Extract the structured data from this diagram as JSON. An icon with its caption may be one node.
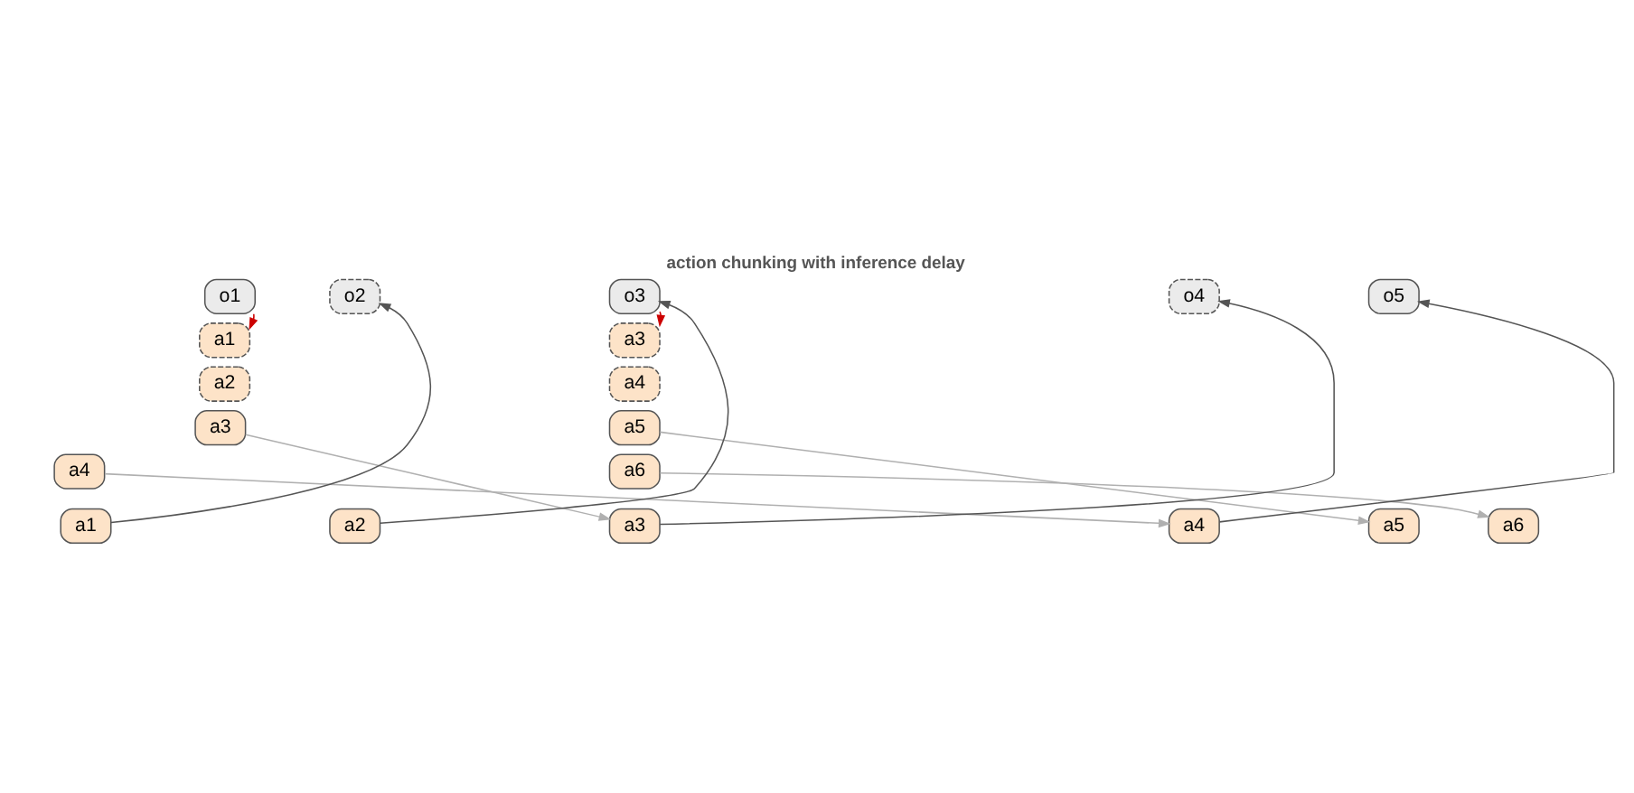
{
  "diagram": {
    "title": "action chunking with inference delay",
    "nodes": [
      {
        "text": [
          "o1"
        ]
      },
      {
        "text": [
          "o2"
        ]
      },
      {
        "text": [
          "o3"
        ]
      },
      {
        "text": [
          "o4"
        ]
      },
      {
        "text": [
          "o5"
        ]
      },
      {
        "text": [
          "a1"
        ]
      },
      {
        "text": [
          "a2"
        ]
      },
      {
        "text": [
          "a3"
        ]
      },
      {
        "text": [
          "a4"
        ]
      },
      {
        "text": [
          "a3"
        ]
      },
      {
        "text": [
          "a4"
        ]
      },
      {
        "text": [
          "a5"
        ]
      },
      {
        "text": [
          "a6"
        ]
      },
      {
        "text": [
          "a1"
        ]
      },
      {
        "text": [
          "a2"
        ]
      },
      {
        "text": [
          "a3"
        ]
      },
      {
        "text": [
          "a4"
        ]
      },
      {
        "text": [
          "a5"
        ]
      },
      {
        "text": [
          "a6"
        ]
      }
    ],
    "edges": [
      {
        "from": 0,
        "to": 5,
        "arrow": "to",
        "color": "#cc0000"
      },
      {
        "from": 2,
        "to": 9,
        "arrow": "to",
        "color": "#cc0000"
      },
      {
        "from": 13,
        "to": 1,
        "arrow": "to",
        "color": "#555555"
      },
      {
        "from": 14,
        "to": 2,
        "arrow": "to",
        "color": "#555555"
      },
      {
        "from": 15,
        "to": 3,
        "arrow": "to",
        "color": "#555555"
      },
      {
        "from": 16,
        "to": 4,
        "arrow": "to",
        "color": "#555555"
      },
      {
        "from": 7,
        "to": 15,
        "arrow": "to",
        "color": "#b0b0b0"
      },
      {
        "from": 8,
        "to": 16,
        "arrow": "to",
        "color": "#b0b0b0"
      },
      {
        "from": 11,
        "to": 17,
        "arrow": "to",
        "color": "#b0b0b0"
      },
      {
        "from": 12,
        "to": 18,
        "arrow": "to",
        "color": "#b0b0b0"
      }
    ]
  }
}
